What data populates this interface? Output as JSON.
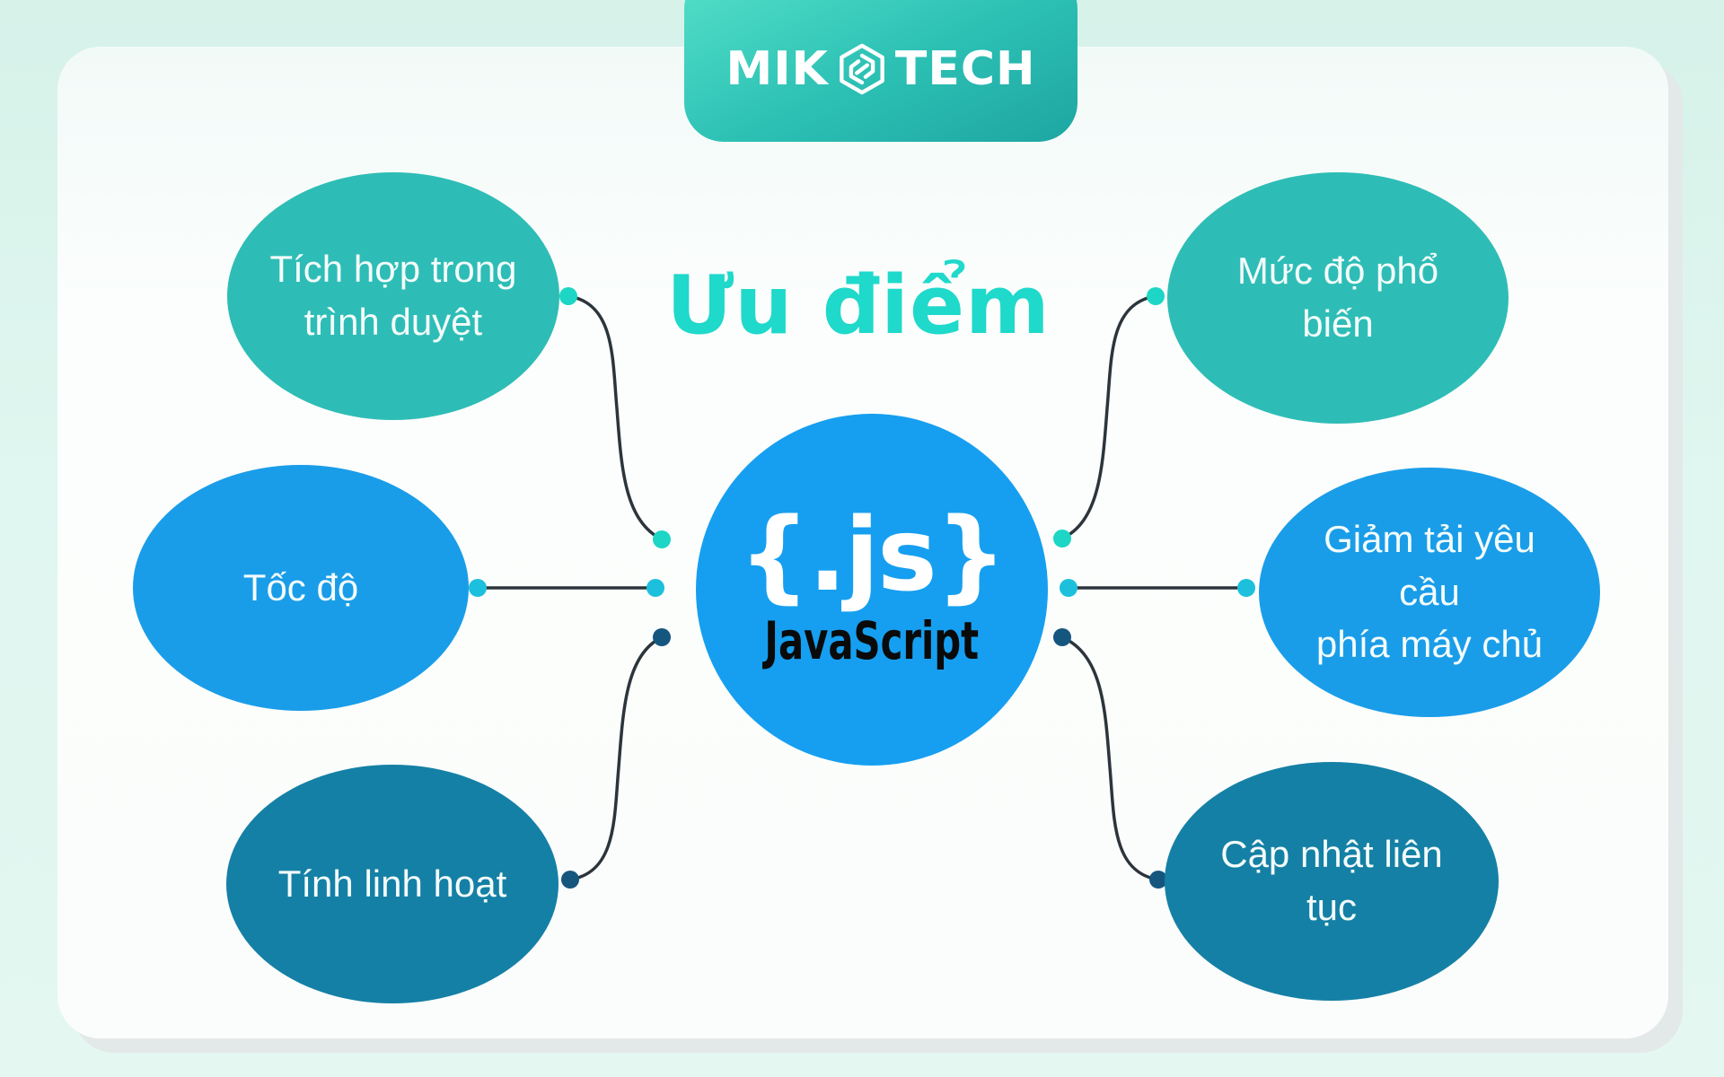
{
  "logo": {
    "text_left": "MIK",
    "text_right": "TECH",
    "icon": "hexagon-logo-icon"
  },
  "title": "Ưu điểm",
  "center": {
    "symbol": "{.js}",
    "label": "JavaScript"
  },
  "nodes": [
    {
      "label": "Tích hợp trong\ntrình duyệt",
      "color": "#2ebdb6",
      "position": "top-left"
    },
    {
      "label": "Tốc độ",
      "color": "#1a9de9",
      "position": "middle-left"
    },
    {
      "label": "Tính linh hoạt",
      "color": "#1580a5",
      "position": "bottom-left"
    },
    {
      "label": "Mức độ phổ biến",
      "color": "#2ebdb6",
      "position": "top-right"
    },
    {
      "label": "Giảm tải yêu cầu\nphía máy chủ",
      "color": "#1a9de9",
      "position": "middle-right"
    },
    {
      "label": "Cập nhật liên tục",
      "color": "#1580a5",
      "position": "bottom-right"
    }
  ],
  "colors": {
    "background": "#e0f6f0",
    "card": "#fbfdfc",
    "card_shadow": "#e3e8e8",
    "badge_gradient_start": "#55e1c9",
    "badge_gradient_end": "#1ea6a2",
    "title": "#1fd9cb",
    "center_circle": "#169ff0",
    "connector_line": "#2c353b",
    "dot_teal": "#1dd6c5",
    "dot_cyan": "#1dc0dc",
    "dot_navy": "#15567f"
  }
}
